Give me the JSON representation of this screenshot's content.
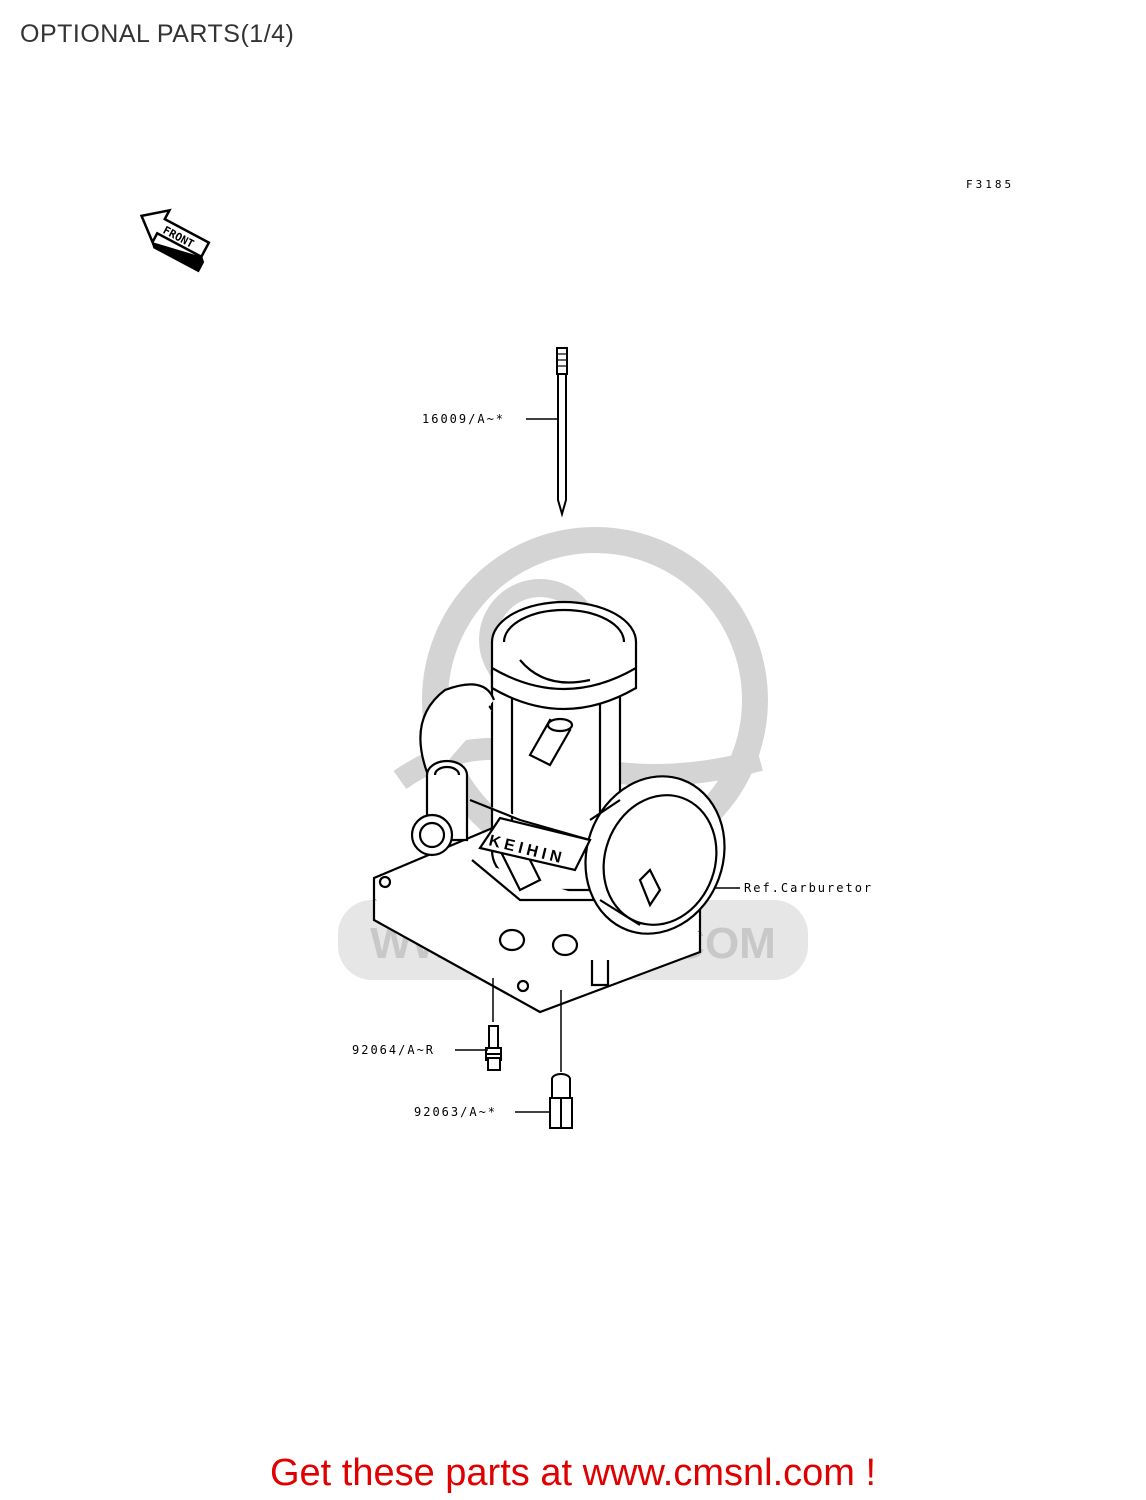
{
  "header": {
    "title": "OPTIONAL PARTS(1/4)"
  },
  "figure_code": "F3185",
  "front_arrow_label": "FRONT",
  "parts": [
    {
      "label": "16009/A~*"
    },
    {
      "label": "Ref.Carburetor"
    },
    {
      "label": "92064/A~R"
    },
    {
      "label": "92063/A~*"
    }
  ],
  "carburetor_brand": "KEIHIN",
  "watermark": {
    "text": "WWW.CMSNL.COM"
  },
  "footer": {
    "link_text": "Get these parts at www.cmsnl.com !",
    "link_color": "#e00000"
  }
}
